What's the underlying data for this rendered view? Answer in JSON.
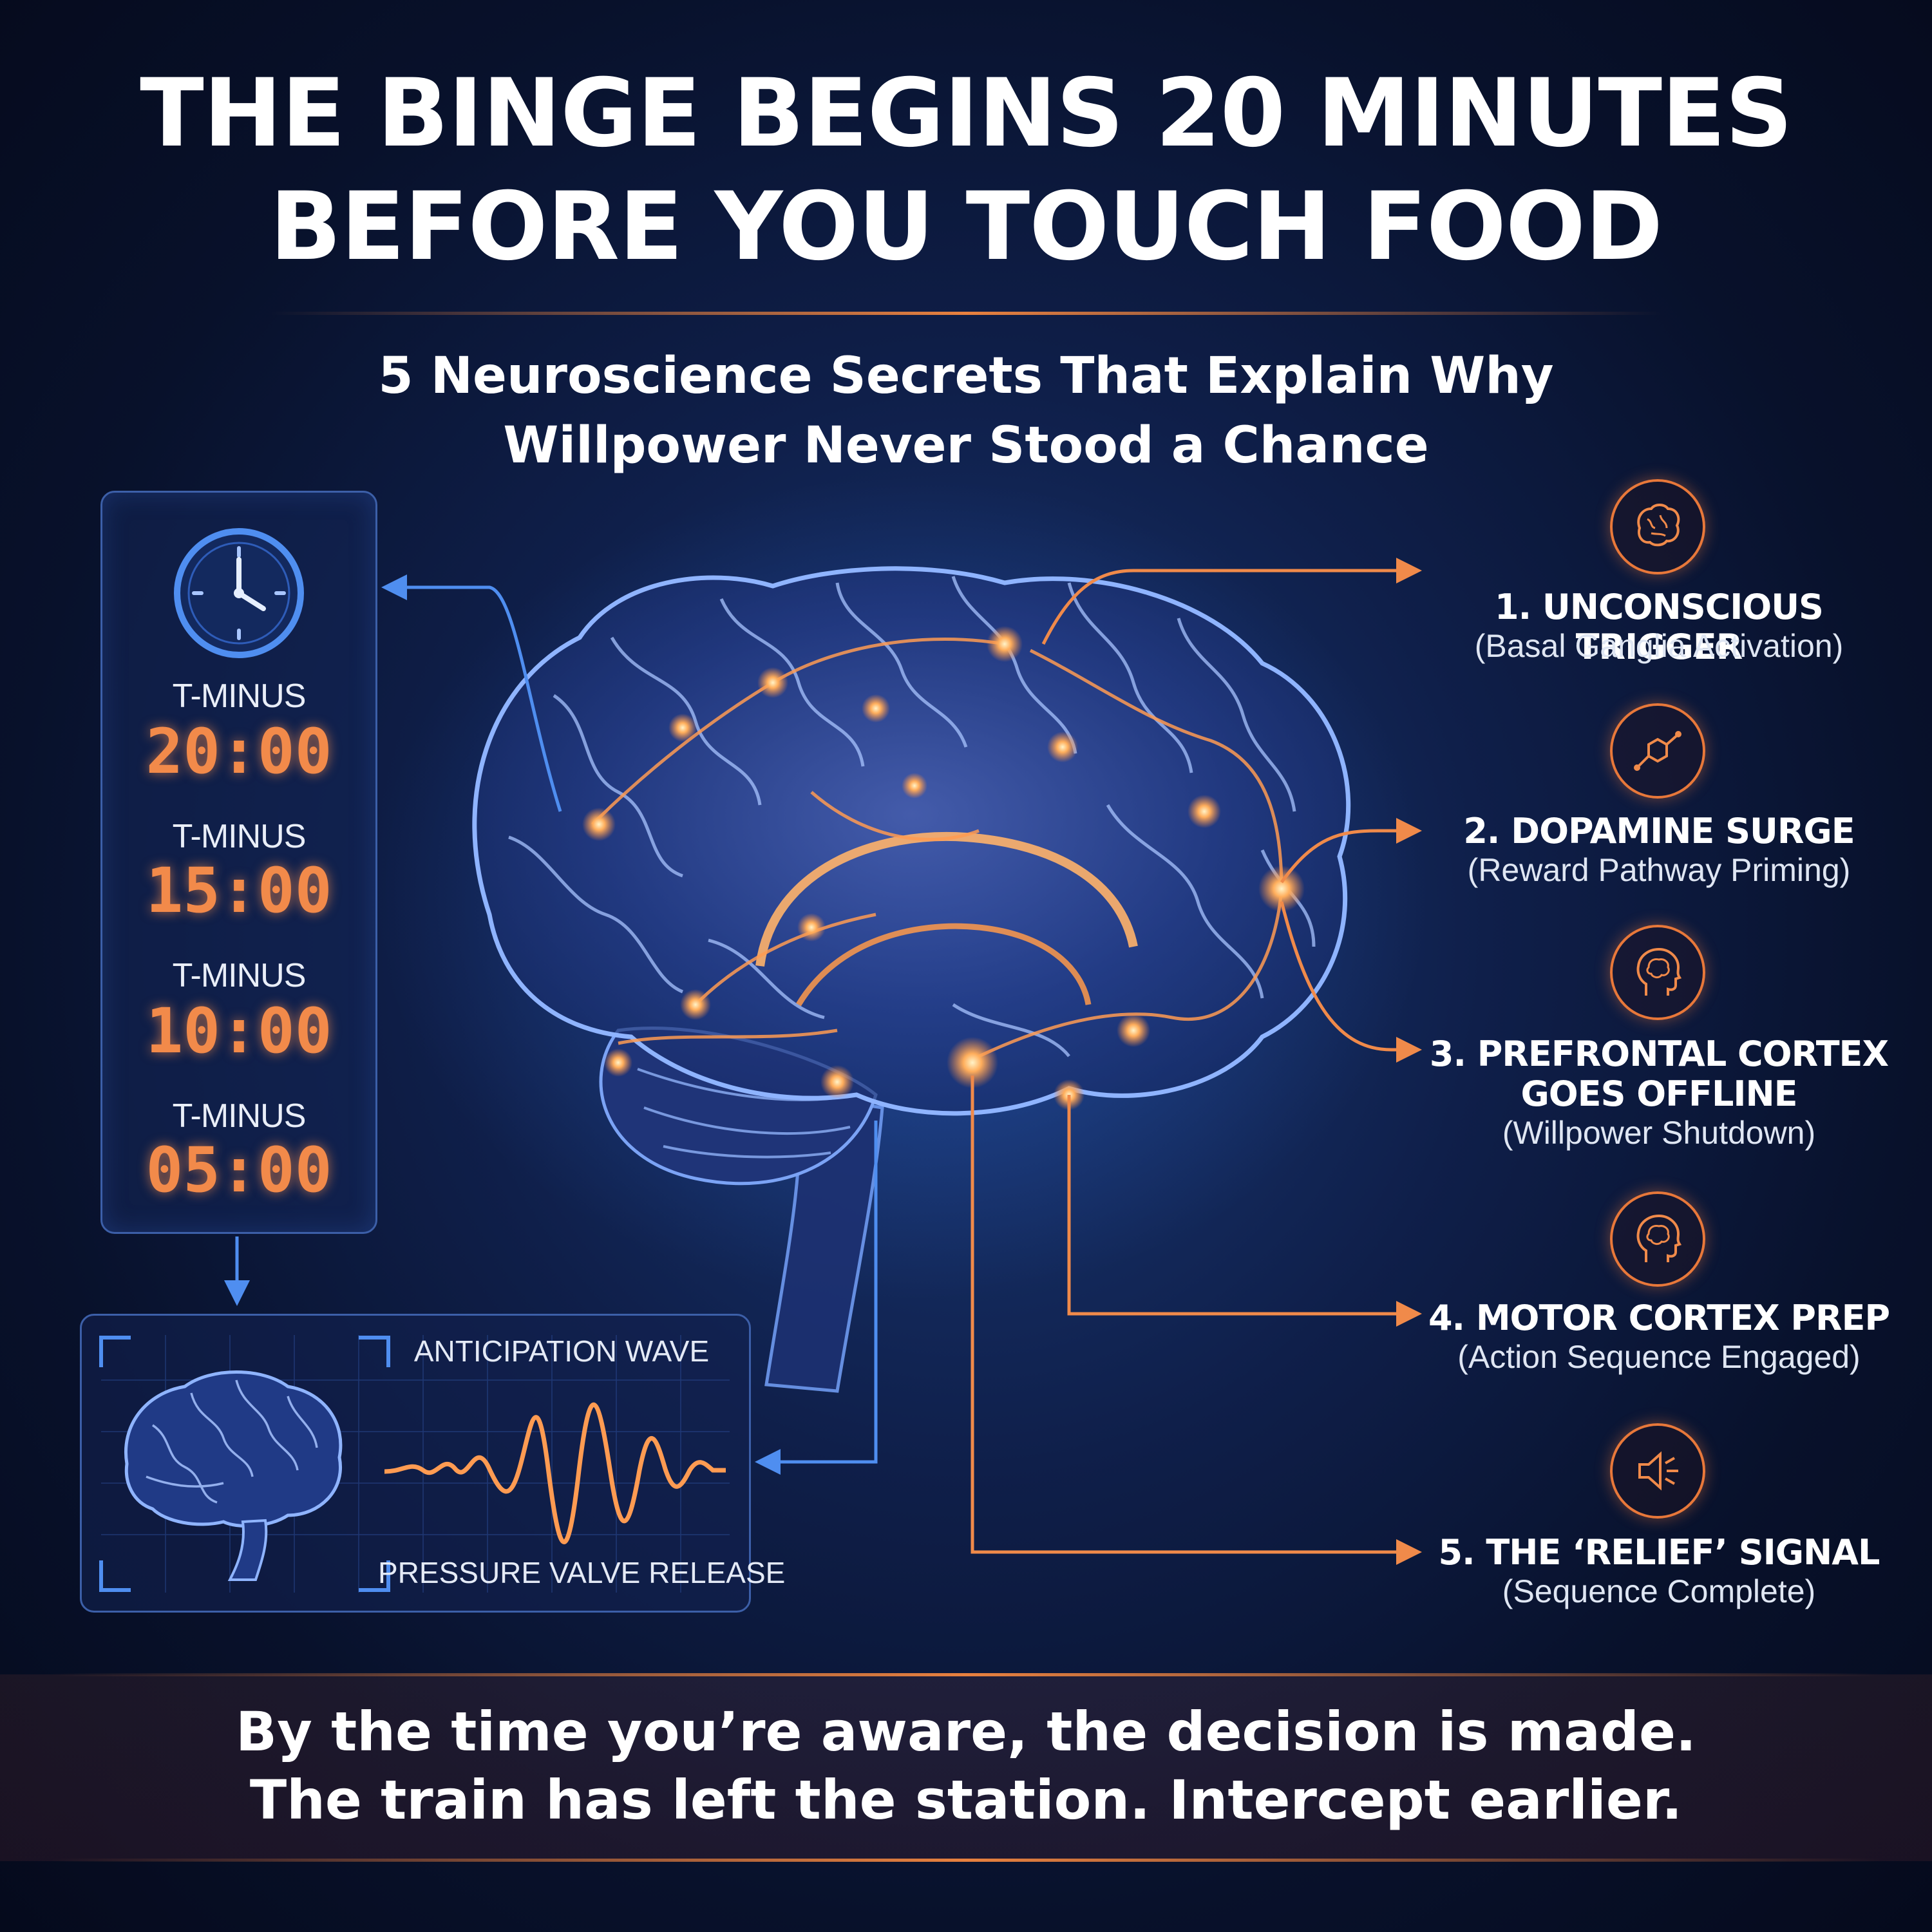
{
  "title": {
    "line1": "THE BINGE BEGINS 20 MINUTES",
    "line2": "BEFORE YOU TOUCH FOOD"
  },
  "subtitle": {
    "line1": "5 Neuroscience Secrets That Explain Why",
    "line2": "Willpower Never Stood a Chance"
  },
  "countdown": {
    "icon": "clock-icon",
    "entries": [
      {
        "label": "T-MINUS",
        "value": "20:00"
      },
      {
        "label": "T-MINUS",
        "value": "15:00"
      },
      {
        "label": "T-MINUS",
        "value": "10:00"
      },
      {
        "label": "T-MINUS",
        "value": "05:00"
      }
    ]
  },
  "wave_panel": {
    "top_label": "ANTICIPATION WAVE",
    "bottom_label": "PRESSURE VALVE RELEASE"
  },
  "steps": [
    {
      "icon": "brain-icon",
      "title": "1. UNCONSCIOUS TRIGGER",
      "subtitle": "(Basal Ganglia Activation)"
    },
    {
      "icon": "molecule-icon",
      "title": "2. DOPAMINE SURGE",
      "subtitle": "(Reward Pathway Priming)"
    },
    {
      "icon": "head-brain-icon",
      "title_line1": "3. PREFRONTAL CORTEX",
      "title_line2": "GOES OFFLINE",
      "subtitle": "(Willpower Shutdown)"
    },
    {
      "icon": "head-brain-icon",
      "title": "4. MOTOR CORTEX PREP",
      "subtitle": "(Action Sequence Engaged)"
    },
    {
      "icon": "speaker-icon",
      "title": "5. THE ‘RELIEF’ SIGNAL",
      "subtitle": "(Sequence Complete)"
    }
  ],
  "footer": {
    "line1": "By the time you’re aware, the decision is made.",
    "line2": "The train has left the station. Intercept earlier."
  },
  "colors": {
    "accent_orange": "#f28a4a",
    "accent_blue": "#4f8ef0",
    "background": "#0a1636"
  }
}
